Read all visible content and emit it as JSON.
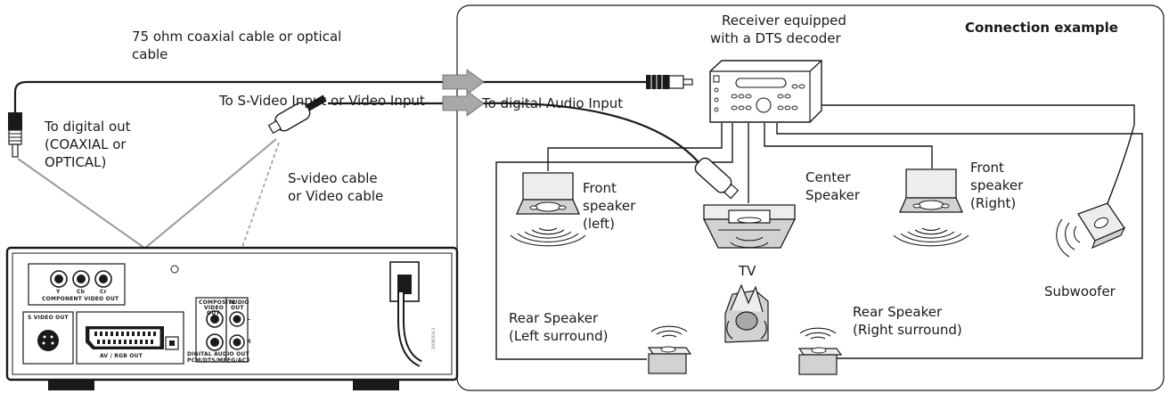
{
  "labels": {
    "title": "Connection example",
    "receiver": [
      "Receiver equipped",
      "with a DTS decoder"
    ],
    "coaxial_cable": [
      "75 ohm coaxial cable or optical",
      "cable"
    ],
    "svideo_input": "To S-Video Input or Video Input",
    "digital_audio_input": "To digital Audio Input",
    "digital_out": [
      "To digital out",
      "(COAXIAL or",
      "OPTICAL)"
    ],
    "svideo_cable": [
      "S-video cable",
      "or Video cable"
    ],
    "front_left": [
      "Front",
      "speaker",
      "(left)"
    ],
    "center": [
      "Center",
      "Speaker"
    ],
    "front_right": [
      "Front",
      "speaker",
      "(Right)"
    ],
    "tv": "TV",
    "subwoofer": "Subwoofer",
    "rear_left": [
      "Rear Speaker",
      "(Left surround)"
    ],
    "rear_right": [
      "Rear Speaker",
      "(Right surround)"
    ]
  },
  "panel": {
    "y": "Y",
    "cb": "Cb",
    "cr": "Cr",
    "component_video_out": "COMPONENT VIDEO OUT",
    "svideo_out": "S VIDEO OUT",
    "av_rgb_out": "AV / RGB OUT",
    "digital_audio_out": [
      "DIGITAL AUDIO OUT",
      "PCM/DTS/MPEG/AC3"
    ],
    "composite_video_out": [
      "COMPOSITE",
      "VIDEO",
      "OUT"
    ],
    "audio_out": [
      "AUDIO",
      "OUT"
    ],
    "l": "L",
    "r": "R",
    "model_code": "20090520-3"
  },
  "colors": {
    "line": "#1a1a1a",
    "gray_cable": "#9a9a9a",
    "arrow_fill": "#a8a8a8",
    "speaker_top": "#ededed",
    "speaker_side": "#d2d2d2"
  }
}
